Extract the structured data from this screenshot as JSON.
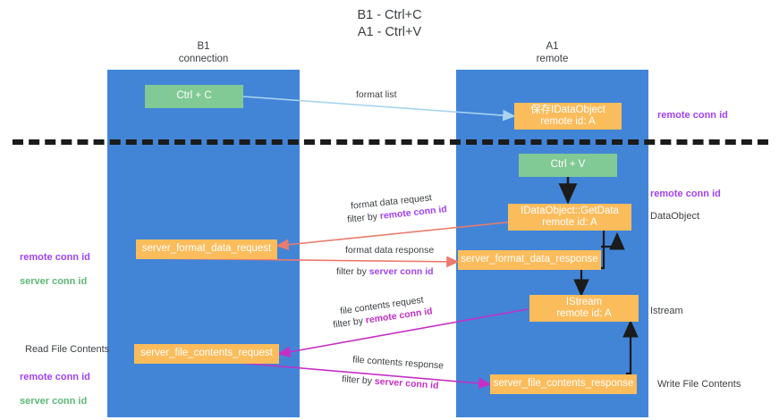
{
  "title": "B1 - Ctrl+C\nA1 - Ctrl+V",
  "lanes": {
    "left": {
      "name": "B1",
      "role": "connection",
      "head": "B1\nconnection"
    },
    "right": {
      "name": "A1",
      "role": "remote",
      "head": "A1\nremote"
    }
  },
  "boxes": {
    "ctrl_c": "Ctrl + C",
    "save_dataobject": "保存IDataObject\nremote id: A",
    "ctrl_v": "Ctrl + V",
    "getdata": "IDataObject::GetData\nremote id: A",
    "server_format_data_request": "server_format_data_request",
    "server_format_data_response": "server_format_data_response",
    "istream": "IStream\nremote id: A",
    "server_file_contents_request": "server_file_contents_request",
    "server_file_contents_response": "server_file_contents_response"
  },
  "arrows": {
    "format_list": "format list",
    "format_data_request": "format data request",
    "format_data_request_filter_prefix": "filter by ",
    "format_data_request_filter_key": "remote conn id",
    "format_data_response": "format data response",
    "format_data_response_filter_prefix": "filter by ",
    "format_data_response_filter_key": "server conn id",
    "file_contents_request": "file contents request",
    "file_contents_request_filter_prefix": "filter by ",
    "file_contents_request_filter_key": "remote conn id",
    "file_contents_response": "file contents response",
    "file_contents_response_filter_prefix": "filter by ",
    "file_contents_response_filter_key": "server conn id"
  },
  "notes": {
    "right_remote_conn_top": "remote conn id",
    "right_remote_conn_mid": "remote conn id",
    "right_dataobject": "DataObject",
    "right_istream": "Istream",
    "right_write_file_contents": "Write File Contents",
    "left_conn_pair_remote": "remote conn id",
    "left_conn_pair_server": "server conn id",
    "left_read_file_contents": "Read File Contents",
    "left_conn_pair2_remote": "remote conn id",
    "left_conn_pair2_server": "server conn id"
  },
  "colors": {
    "lane": "#4285d7",
    "green_box": "#81c995",
    "orange_box": "#fbbc5c",
    "purple": "#a142f4",
    "magenta": "#c52fc5",
    "green_text": "#5bb974",
    "arrow_blue": "#a8d4f0",
    "arrow_red": "#ea7b6e",
    "arrow_black": "#1b1b1b",
    "dashed_divider": "#1b1b1b",
    "background": "#ffffff"
  }
}
